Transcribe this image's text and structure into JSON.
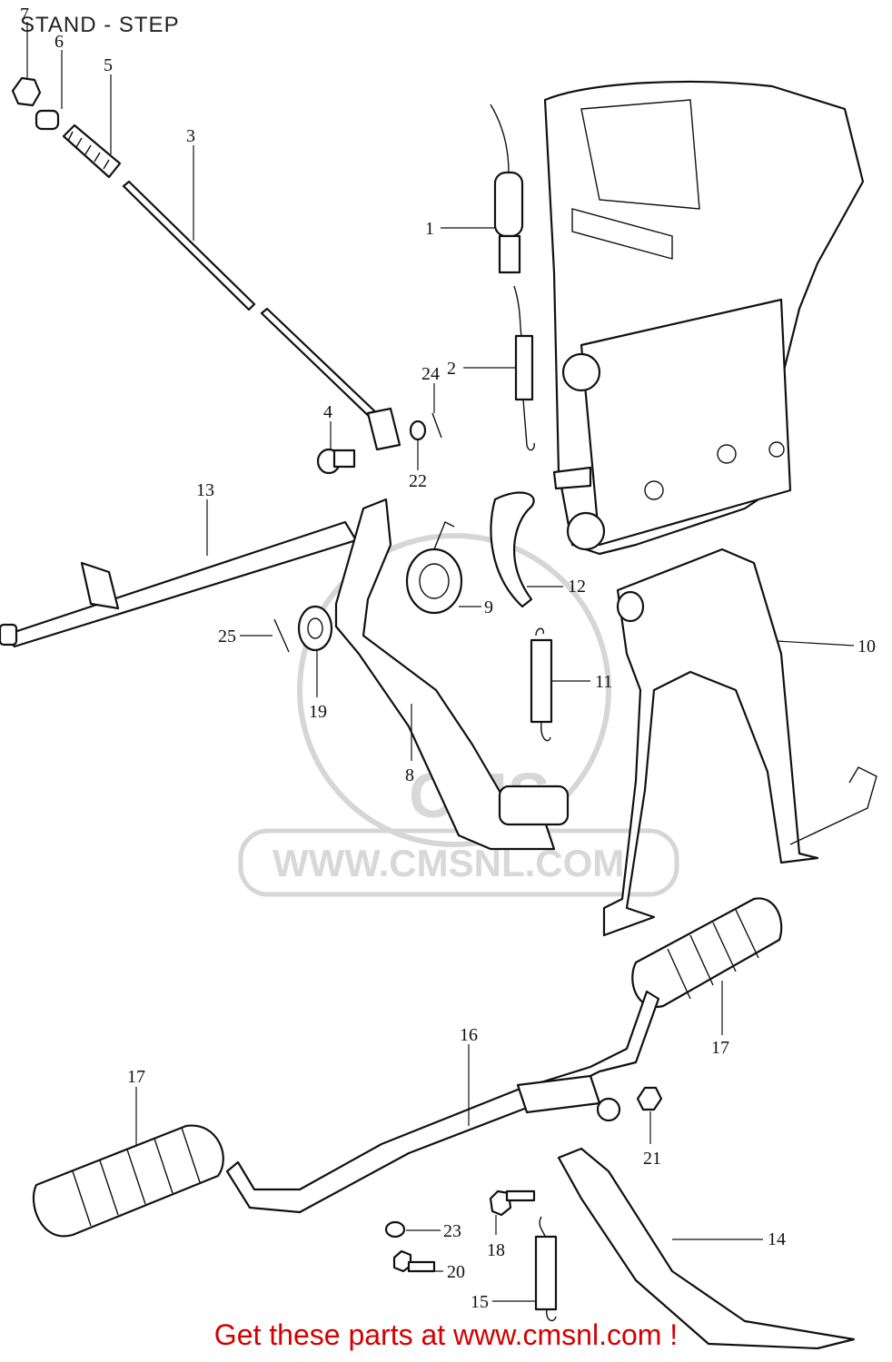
{
  "title": "STAND - STEP",
  "footer": "Get these parts at www.cmsnl.com !",
  "watermark": {
    "logo": "CMS",
    "url": "WWW.CMSNL.COM"
  },
  "callouts": [
    "7",
    "6",
    "5",
    "3",
    "1",
    "2",
    "24",
    "4",
    "22",
    "13",
    "12",
    "9",
    "25",
    "19",
    "11",
    "10",
    "8",
    "17",
    "16",
    "17",
    "21",
    "23",
    "18",
    "14",
    "20",
    "15"
  ]
}
